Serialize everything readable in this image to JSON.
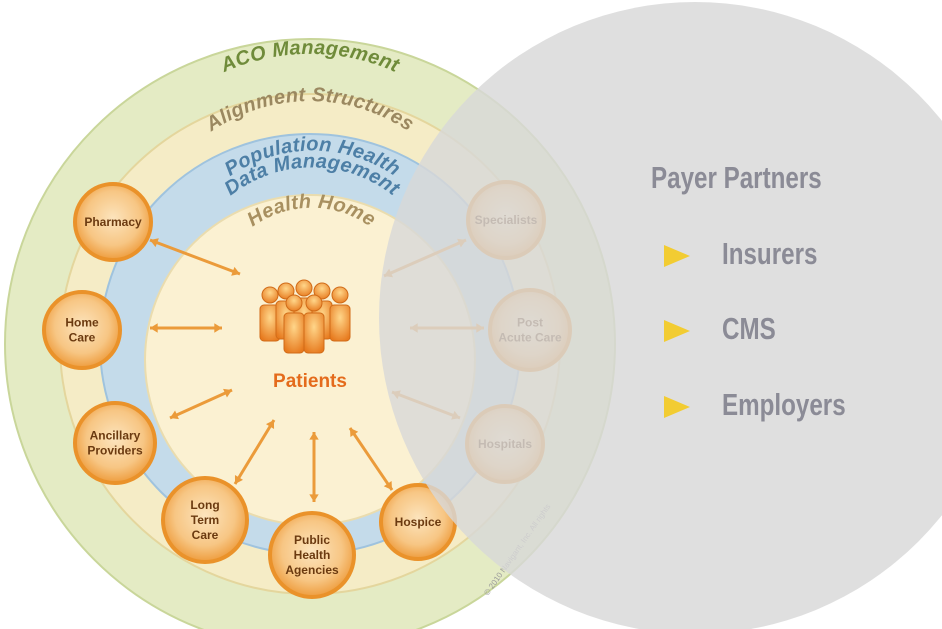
{
  "rings": {
    "outer": "ACO Management",
    "alignment": "Alignment Structures",
    "population_line1": "Population Health",
    "population_line2": "Data Management",
    "health_home": "Health Home"
  },
  "center": {
    "label": "Patients"
  },
  "nodes": [
    {
      "id": "pharmacy",
      "lines": [
        "Pharmacy"
      ]
    },
    {
      "id": "home-care",
      "lines": [
        "Home",
        "Care"
      ]
    },
    {
      "id": "ancillary-providers",
      "lines": [
        "Ancillary",
        "Providers"
      ]
    },
    {
      "id": "long-term-care",
      "lines": [
        "Long",
        "Term",
        "Care"
      ]
    },
    {
      "id": "public-health-agencies",
      "lines": [
        "Public",
        "Health",
        "Agencies"
      ]
    },
    {
      "id": "hospice",
      "lines": [
        "Hospice"
      ]
    },
    {
      "id": "hospitals",
      "lines": [
        "Hospitals"
      ]
    },
    {
      "id": "post-acute-care",
      "lines": [
        "Post",
        "Acute Care"
      ]
    },
    {
      "id": "specialists",
      "lines": [
        "Specialists"
      ]
    }
  ],
  "payer": {
    "title": "Payer Partners",
    "items": [
      "Insurers",
      "CMS",
      "Employers"
    ]
  },
  "copyright": "© 2010 Navigant, Inc. All rights",
  "colors": {
    "outer_ring": "#e4ebc4",
    "alignment_ring": "#f5ecc6",
    "population_ring": "#c4dbea",
    "health_home": "#fbf1d2",
    "node_fill": "#f7c17a",
    "node_stroke": "#ea922a",
    "arrow": "#eb9b3a",
    "gray_circle": "#dcdcdc",
    "payer_text": "#8b8b96",
    "bullet": "#f2cc32"
  }
}
